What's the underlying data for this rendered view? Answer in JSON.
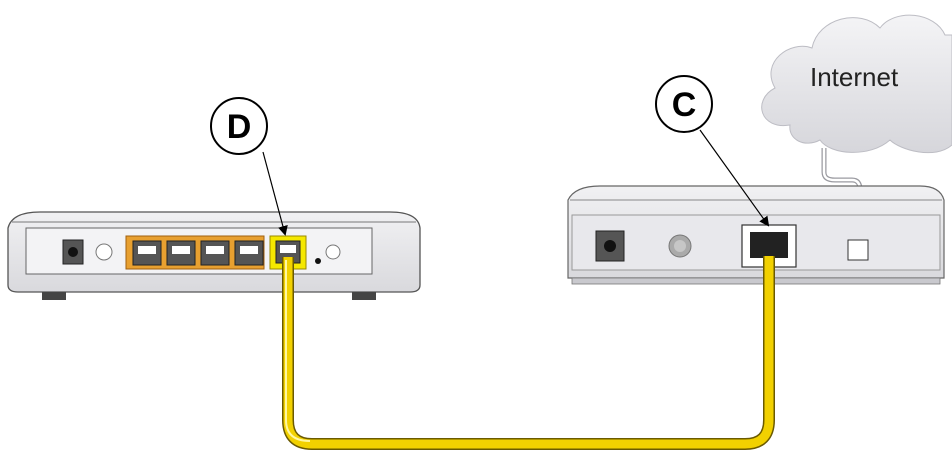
{
  "diagram": {
    "callouts": [
      {
        "id": "router-internet-port",
        "letter": "D"
      },
      {
        "id": "modem-ethernet-port",
        "letter": "C"
      }
    ],
    "cloud_label": "Internet",
    "colors": {
      "cable": "#f2d100",
      "lan_port": "#e8a030",
      "internet_port": "#f5e800",
      "device_body": "#e6e6e9",
      "cloud": "#e4e4e8"
    }
  }
}
